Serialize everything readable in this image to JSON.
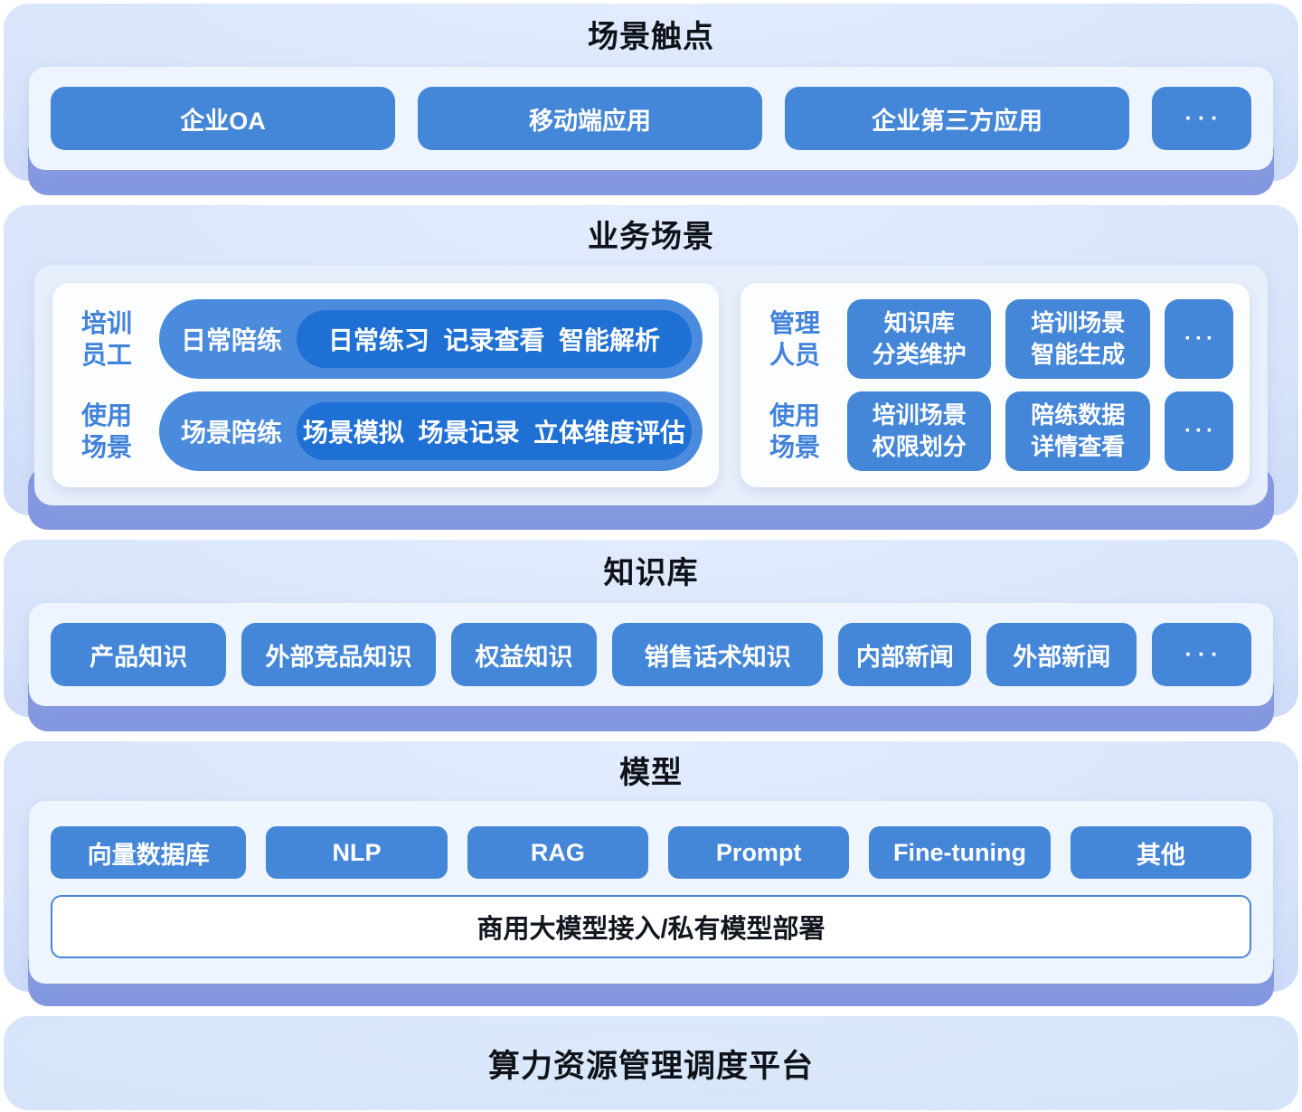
{
  "colors": {
    "section_bg_top": "#e2ecfd",
    "section_bg_bottom": "#c3d3f5",
    "shadow_layer": "#8497e1",
    "panel_bg": "#eef5fe",
    "card_bg": "#fcfdff",
    "node_blue": "#4486d8",
    "pill_outer_blue": "#4a8bdd",
    "pill_inner_blue": "#1f70d4",
    "label_blue": "#4182db",
    "title_color": "#0f1319",
    "white_bar_border": "#4a86d8"
  },
  "touchpoints": {
    "title": "场景触点",
    "buttons": [
      "企业OA",
      "移动端应用",
      "企业第三方应用"
    ],
    "more": "···"
  },
  "business": {
    "title": "业务场景",
    "training_card": {
      "rows": [
        {
          "label": "培训\n员工",
          "group": "日常陪练",
          "detail": "日常练习  记录查看  智能解析"
        },
        {
          "label": "使用\n场景",
          "group": "场景陪练",
          "detail": "场景模拟  场景记录  立体维度评估"
        }
      ]
    },
    "admin_card": {
      "rows": [
        {
          "label": "管理\n人员",
          "buttons": [
            "知识库\n分类维护",
            "培训场景\n智能生成"
          ],
          "more": "···"
        },
        {
          "label": "使用\n场景",
          "buttons": [
            "培训场景\n权限划分",
            "陪练数据\n详情查看"
          ],
          "more": "···"
        }
      ]
    }
  },
  "knowledge": {
    "title": "知识库",
    "buttons": [
      "产品知识",
      "外部竞品知识",
      "权益知识",
      "销售话术知识",
      "内部新闻",
      "外部新闻"
    ],
    "more": "···"
  },
  "model": {
    "title": "模型",
    "buttons": [
      "向量数据库",
      "NLP",
      "RAG",
      "Prompt",
      "Fine-tuning",
      "其他"
    ],
    "bar": "商用大模型接入/私有模型部署"
  },
  "platform": {
    "title": "算力资源管理调度平台"
  }
}
